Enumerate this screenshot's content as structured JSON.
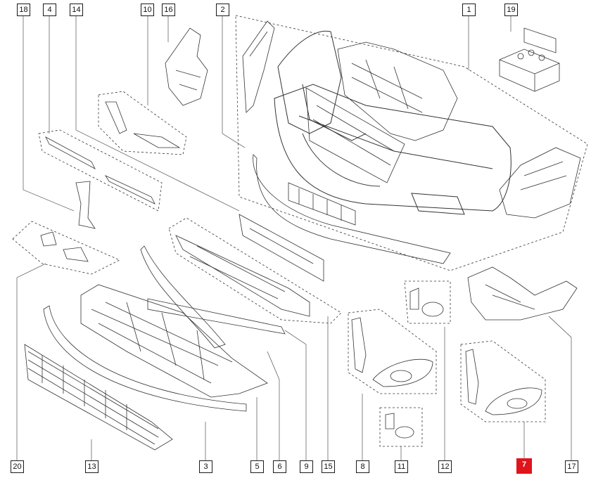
{
  "diagram": {
    "highlight_color": "#e0141b",
    "line_color": "#333333",
    "callouts_top": [
      "18",
      "4",
      "14",
      "10",
      "16",
      "2",
      "1",
      "19"
    ],
    "callouts_bottom": [
      "20",
      "13",
      "3",
      "5",
      "6",
      "9",
      "15",
      "8",
      "11",
      "12",
      "7",
      "17"
    ],
    "selected_part": "7"
  }
}
